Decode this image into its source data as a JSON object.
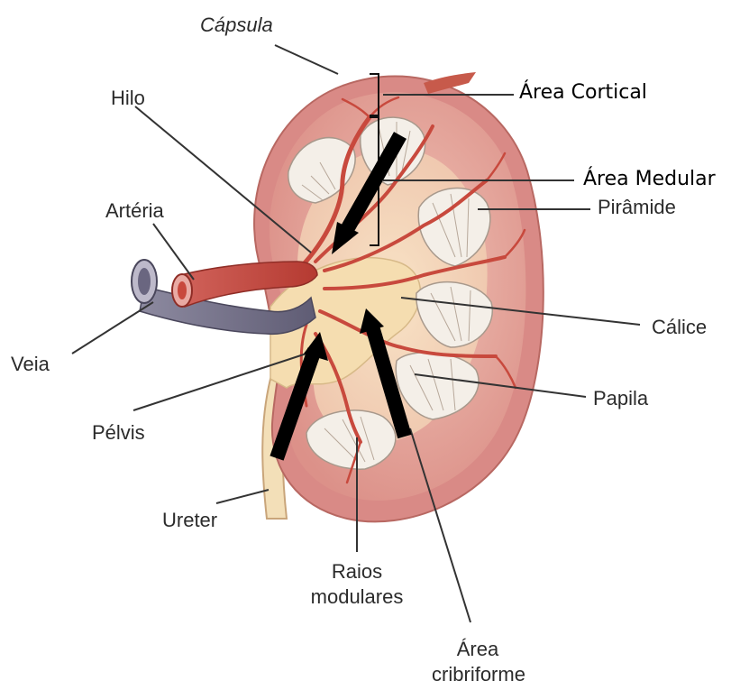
{
  "diagram": {
    "labels": {
      "capsula": "Cápsula",
      "hilo": "Hilo",
      "arteria": "Artéria",
      "veia": "Veia",
      "pelvis": "Pélvis",
      "ureter": "Ureter",
      "raios_line1": "Raios",
      "raios_line2": "modulares",
      "cribri_line1": "Área",
      "cribri_line2": "cribriforme",
      "area_cortical": "Área Cortical",
      "area_medular": "Área Medular",
      "piramide": "Pirâmide",
      "calice": "Cálice",
      "papila": "Papila"
    },
    "colors": {
      "capsule": "#d98a86",
      "cortex": "#eab1a6",
      "medulla": "#f3cdb6",
      "pelvis": "#f5ddb0",
      "artery": "#c8493d",
      "vein": "#7c7890",
      "pyramid": "#f4efe8",
      "ureter": "#f3dfb8",
      "arrow": "#000000"
    }
  }
}
